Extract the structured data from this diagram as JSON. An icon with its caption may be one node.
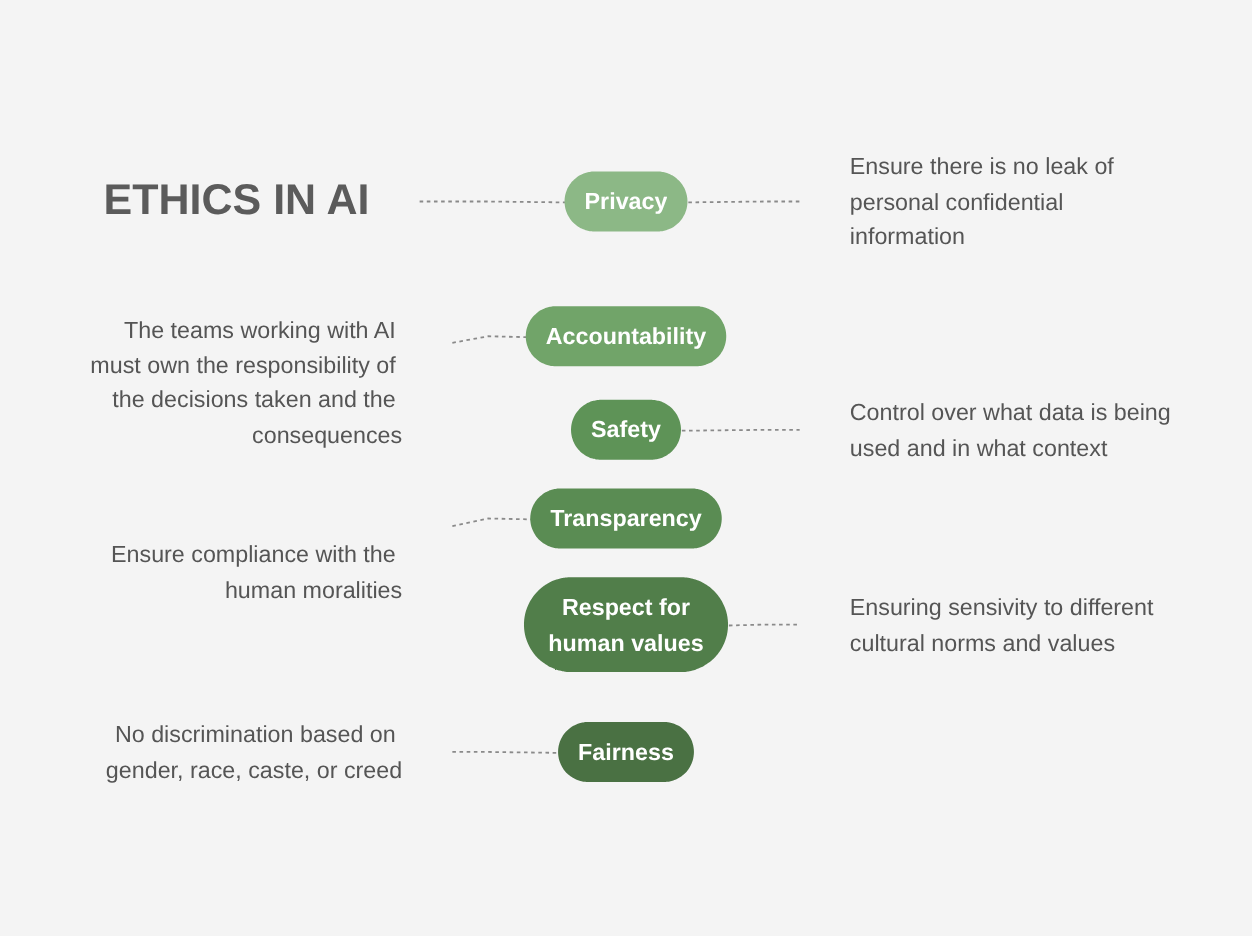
{
  "diagram": {
    "nodes": [
      {
        "text": [
          "ETHICS IN AI"
        ]
      },
      {
        "text": [
          "Privacy"
        ]
      },
      {
        "text": [
          "Ensure there is no leak of personal confidential information"
        ]
      },
      {
        "text": [
          "The teams working with AI must own the responsibility of the decisions taken and the consequences"
        ]
      },
      {
        "text": [
          "Accountability"
        ]
      },
      {
        "text": [
          "Safety"
        ]
      },
      {
        "text": [
          "Control over what data is being used and in what context"
        ]
      },
      {
        "text": [
          "Ensure compliance with the human moralities"
        ]
      },
      {
        "text": [
          "Transparency"
        ]
      },
      {
        "text": [
          "Respect for human values"
        ]
      },
      {
        "text": [
          "Ensuring sensivity to different cultural norms and values"
        ]
      },
      {
        "text": [
          "No discrimination based on gender, race, caste, or creed"
        ]
      },
      {
        "text": [
          "Fairness"
        ]
      }
    ],
    "edges": [
      {
        "from": 0,
        "to": 1,
        "arrow": "none",
        "style": "dashed"
      },
      {
        "from": 1,
        "to": 2,
        "arrow": "none",
        "style": "dashed"
      },
      {
        "from": 3,
        "to": 4,
        "arrow": "none",
        "style": "dashed"
      },
      {
        "from": 5,
        "to": 6,
        "arrow": "none",
        "style": "dashed"
      },
      {
        "from": 7,
        "to": 8,
        "arrow": "none",
        "style": "dashed"
      },
      {
        "from": 9,
        "to": 10,
        "arrow": "none",
        "style": "dashed"
      },
      {
        "from": 11,
        "to": 12,
        "arrow": "none",
        "style": "dashed"
      }
    ]
  }
}
